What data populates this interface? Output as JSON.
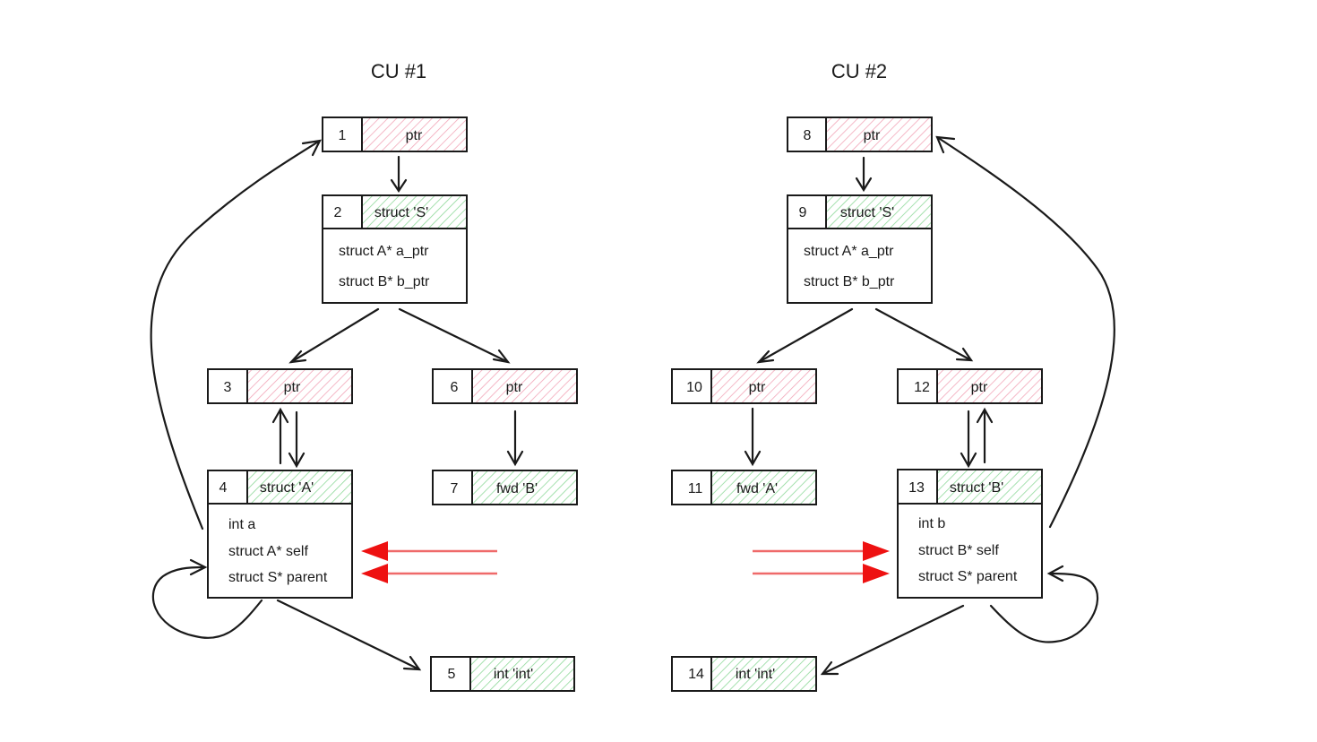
{
  "titles": {
    "cu1": "CU #1",
    "cu2": "CU #2"
  },
  "colors": {
    "ptr_fill": "#f2a6b8",
    "struct_fill": "#8fd99a",
    "red_arrow": "#ee1111",
    "red_line": "#ef6a6a",
    "ink": "#1a1a1a"
  },
  "nodes": {
    "n1": {
      "id": "1",
      "label": "ptr"
    },
    "n2": {
      "id": "2",
      "label": "struct 'S'",
      "fields": [
        "struct A* a_ptr",
        "struct B* b_ptr"
      ]
    },
    "n3": {
      "id": "3",
      "label": "ptr"
    },
    "n4": {
      "id": "4",
      "label": "struct 'A'",
      "fields": [
        "int a",
        "struct A* self",
        "struct S* parent"
      ]
    },
    "n5": {
      "id": "5",
      "label": "int 'int'"
    },
    "n6": {
      "id": "6",
      "label": "ptr"
    },
    "n7": {
      "id": "7",
      "label": "fwd 'B'"
    },
    "n8": {
      "id": "8",
      "label": "ptr"
    },
    "n9": {
      "id": "9",
      "label": "struct 'S'",
      "fields": [
        "struct A* a_ptr",
        "struct B* b_ptr"
      ]
    },
    "n10": {
      "id": "10",
      "label": "ptr"
    },
    "n11": {
      "id": "11",
      "label": "fwd 'A'"
    },
    "n12": {
      "id": "12",
      "label": "ptr"
    },
    "n13": {
      "id": "13",
      "label": "struct 'B'",
      "fields": [
        "int b",
        "struct B* self",
        "struct S* parent"
      ]
    },
    "n14": {
      "id": "14",
      "label": "int 'int'"
    }
  }
}
